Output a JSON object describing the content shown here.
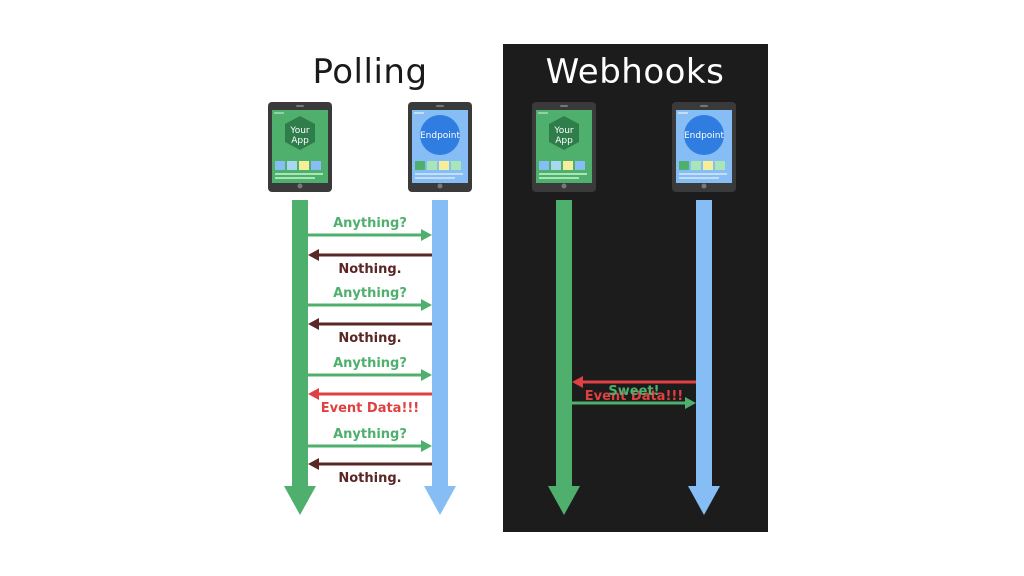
{
  "titles": {
    "polling": "Polling",
    "webhooks": "Webhooks"
  },
  "devices": {
    "app_label_line1": "Your",
    "app_label_line2": "App",
    "endpoint_label": "Endpoint"
  },
  "polling_messages": [
    {
      "text": "Anything?",
      "direction": "to-endpoint",
      "color": "#4fb06e"
    },
    {
      "text": "Nothing.",
      "direction": "to-app",
      "color": "#5a2626"
    },
    {
      "text": "Anything?",
      "direction": "to-endpoint",
      "color": "#4fb06e"
    },
    {
      "text": "Nothing.",
      "direction": "to-app",
      "color": "#5a2626"
    },
    {
      "text": "Anything?",
      "direction": "to-endpoint",
      "color": "#4fb06e"
    },
    {
      "text": "Event Data!!!",
      "direction": "to-app",
      "color": "#e04040"
    },
    {
      "text": "Anything?",
      "direction": "to-endpoint",
      "color": "#4fb06e"
    },
    {
      "text": "Nothing.",
      "direction": "to-app",
      "color": "#5a2626"
    }
  ],
  "webhook_messages": [
    {
      "text": "Event Data!!!",
      "direction": "to-app",
      "color": "#e04040"
    },
    {
      "text": "Sweet!",
      "direction": "to-endpoint",
      "color": "#4fb06e"
    }
  ],
  "colors": {
    "app_line": "#4fb06e",
    "endpoint_line": "#86bdf5",
    "dark_panel": "#1c1c1c"
  }
}
